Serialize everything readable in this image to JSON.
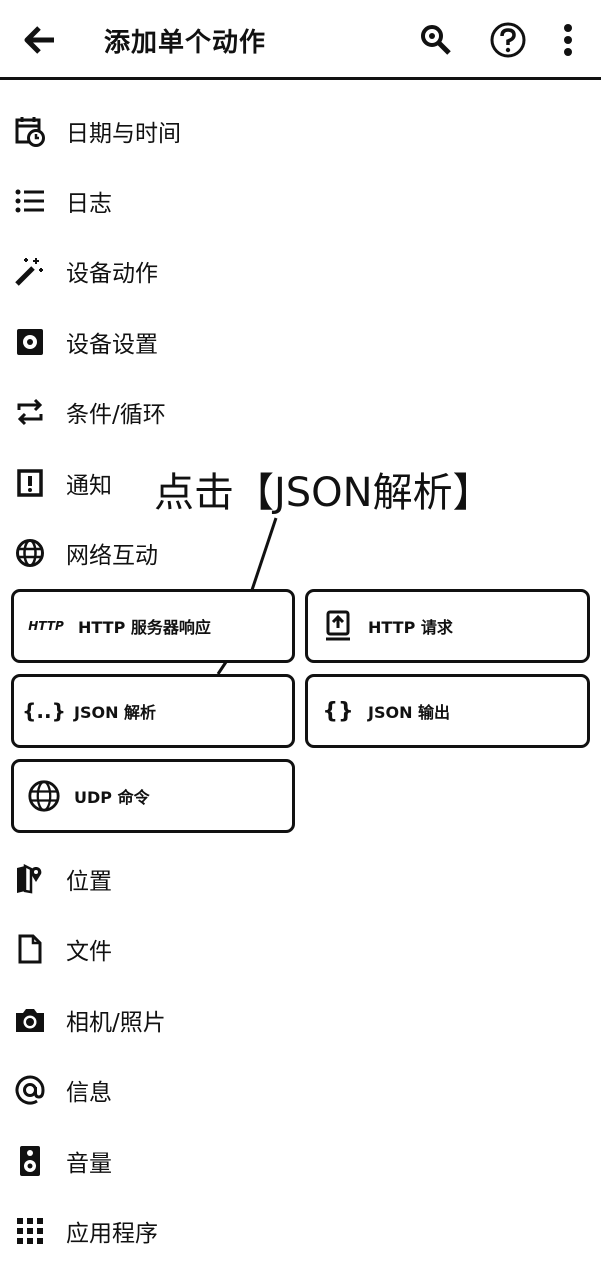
{
  "toolbar": {
    "title": "添加单个动作"
  },
  "categories": [
    {
      "label": "日期与时间",
      "icon": "calendar-clock-icon"
    },
    {
      "label": "日志",
      "icon": "list-icon"
    },
    {
      "label": "设备动作",
      "icon": "magic-wand-icon"
    },
    {
      "label": "设备设置",
      "icon": "settings-box-icon"
    },
    {
      "label": "条件/循环",
      "icon": "repeat-icon"
    },
    {
      "label": "通知",
      "icon": "notification-icon"
    },
    {
      "label": "网络互动",
      "icon": "globe-icon"
    }
  ],
  "network_actions": [
    {
      "label": "HTTP 服务器响应",
      "icon": "http-icon",
      "icon_text": "HTTP"
    },
    {
      "label": "HTTP 请求",
      "icon": "upload-box-icon"
    },
    {
      "label": "JSON 解析",
      "icon": "json-parse-icon",
      "icon_text": "{..}"
    },
    {
      "label": "JSON 输出",
      "icon": "json-output-icon",
      "icon_text": "{}"
    },
    {
      "label": "UDP 命令",
      "icon": "globe-icon"
    }
  ],
  "more_categories": [
    {
      "label": "位置",
      "icon": "map-pin-icon"
    },
    {
      "label": "文件",
      "icon": "file-icon"
    },
    {
      "label": "相机/照片",
      "icon": "camera-icon"
    },
    {
      "label": "信息",
      "icon": "at-icon"
    },
    {
      "label": "音量",
      "icon": "speaker-icon"
    },
    {
      "label": "应用程序",
      "icon": "apps-grid-icon"
    }
  ],
  "annotation": {
    "text": "点击【JSON解析】"
  }
}
